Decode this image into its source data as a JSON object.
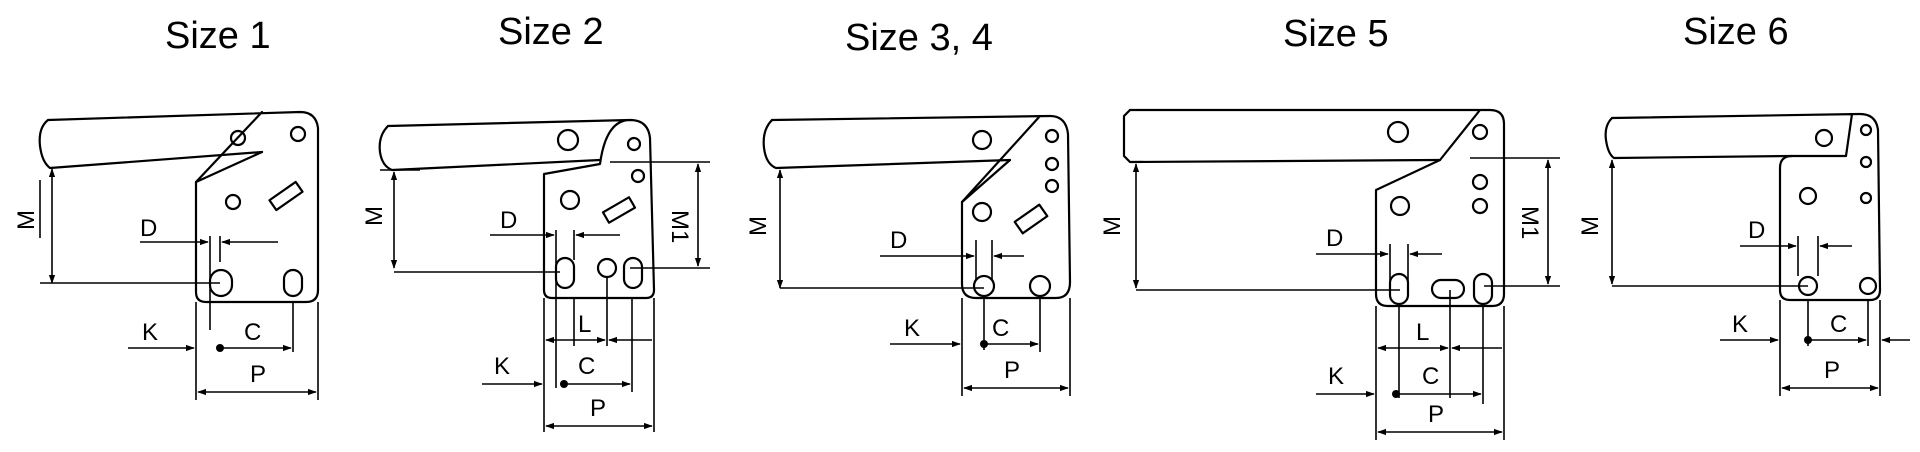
{
  "sizes": [
    {
      "title": "Size 1",
      "labels": {
        "M": "M",
        "D": "D",
        "K": "K",
        "C": "C",
        "P": "P"
      }
    },
    {
      "title": "Size 2",
      "labels": {
        "M": "M",
        "M1": "M1",
        "D": "D",
        "L": "L",
        "K": "K",
        "C": "C",
        "P": "P"
      }
    },
    {
      "title": "Size  3, 4",
      "labels": {
        "M": "M",
        "D": "D",
        "K": "K",
        "C": "C",
        "P": "P"
      }
    },
    {
      "title": "Size 5",
      "labels": {
        "M": "M",
        "M1": "M1",
        "D": "D",
        "L": "L",
        "K": "K",
        "C": "C",
        "P": "P"
      }
    },
    {
      "title": "Size 6",
      "labels": {
        "M": "M",
        "D": "D",
        "K": "K",
        "C": "C",
        "P": "P"
      }
    }
  ]
}
